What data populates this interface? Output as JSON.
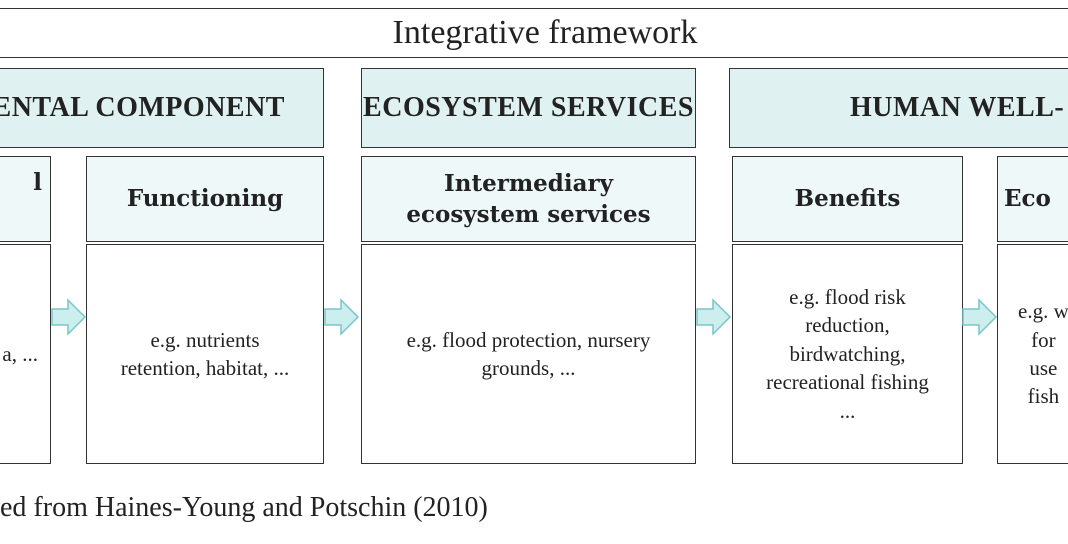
{
  "title": "Integrative framework",
  "pillars": {
    "environmental": "MENTAL COMPONENT",
    "ecosystem": "ECOSYSTEM SERVICES",
    "human": "HUMAN WELL-"
  },
  "columns": {
    "structure": {
      "header": "l",
      "content": "a, ..."
    },
    "functioning": {
      "header": "Functioning",
      "content": "e.g. nutrients\nretention, habitat, ..."
    },
    "intermediary": {
      "header": "Intermediary\necosystem services",
      "content": "e.g. flood protection, nursery\ngrounds, ..."
    },
    "benefits": {
      "header": "Benefits",
      "content": "e.g. flood risk\nreduction,\nbirdwatching,\nrecreational fishing\n..."
    },
    "economic": {
      "header": "Eco",
      "content": "e.g. w\nfor\nuse\nfish"
    }
  },
  "caption": "ed from Haines-Young and Potschin (2010)",
  "colors": {
    "header_fill": "#dff1f0",
    "subheader_fill": "#eef8f8",
    "arrow_fill": "#cdeeee",
    "arrow_stroke": "#79c6c6",
    "border": "#333333"
  }
}
